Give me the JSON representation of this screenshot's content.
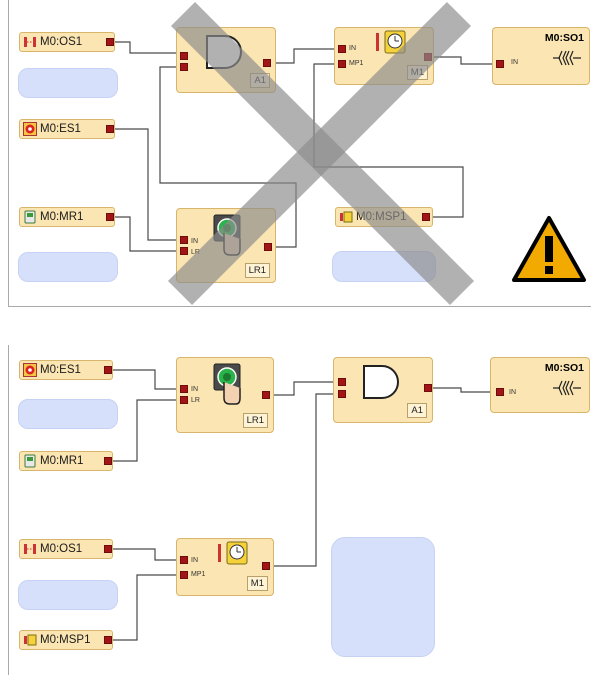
{
  "top": {
    "inputs": {
      "os1": "M0:OS1",
      "es1": "M0:ES1",
      "mr1": "M0:MR1",
      "msp1": "M0:MSP1"
    },
    "and_block": {
      "tag": "A1"
    },
    "muting_block": {
      "tag": "M1",
      "pin_in": "IN",
      "pin_mp": "MP1"
    },
    "reset_block": {
      "tag": "LR1",
      "pin_in": "IN",
      "pin_lr": "LR"
    },
    "output": {
      "title": "M0:SO1",
      "pin_in": "IN"
    },
    "status": "invalid"
  },
  "bottom": {
    "inputs": {
      "es1": "M0:ES1",
      "mr1": "M0:MR1",
      "os1": "M0:OS1",
      "msp1": "M0:MSP1"
    },
    "reset_block": {
      "tag": "LR1",
      "pin_in": "IN",
      "pin_lr": "LR"
    },
    "and_block": {
      "tag": "A1"
    },
    "muting_block": {
      "tag": "M1",
      "pin_in": "IN",
      "pin_mp": "MP1"
    },
    "output": {
      "title": "M0:SO1",
      "pin_in": "IN"
    },
    "status": "valid"
  },
  "colors": {
    "block_fill": "#fbe5b2",
    "placeholder": "#d7e0fb",
    "pin": "#a31515",
    "cross": "#8c8c8c",
    "warning": "#f2a900"
  }
}
